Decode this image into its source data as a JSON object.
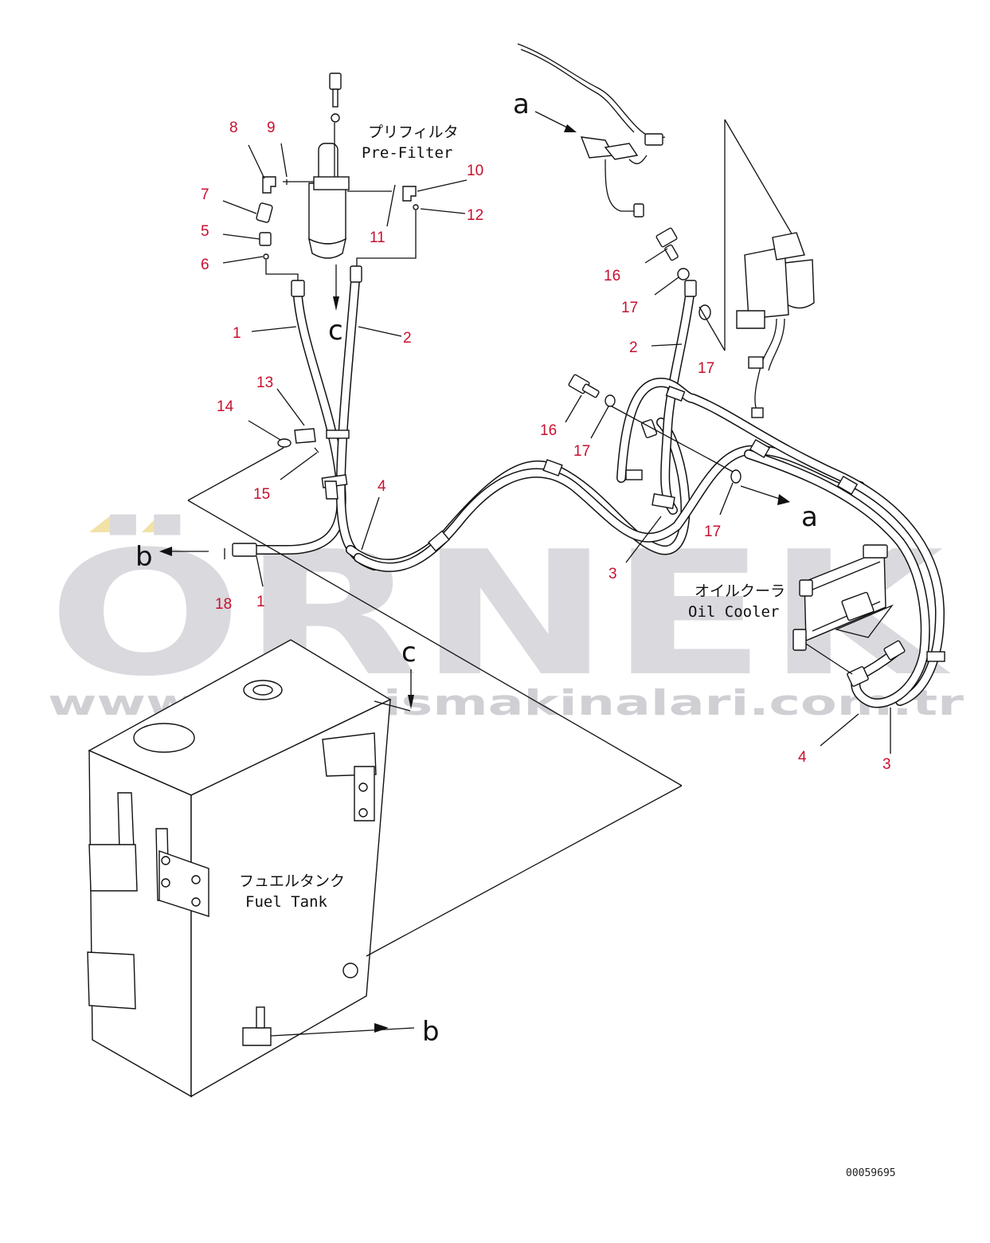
{
  "labels": {
    "prefilter_jp": "プリフィルタ",
    "prefilter_en": "Pre-Filter",
    "oilcooler_jp": "オイルクーラ",
    "oilcooler_en": "Oil Cooler",
    "fueltank_jp": "フュエルタンク",
    "fueltank_en": "Fuel Tank"
  },
  "refs": {
    "a": "a",
    "b": "b",
    "c": "c"
  },
  "diagram_code": "00059695",
  "watermark": {
    "brand": "ÖRNEK",
    "url": "www.ornekismakinalari.com.tr",
    "colors": {
      "text": "#d9d9de",
      "accent": "#f2e2a6"
    }
  },
  "callout_color": "#c8102e",
  "callouts": [
    "1",
    "2",
    "3",
    "4",
    "5",
    "6",
    "7",
    "8",
    "9",
    "10",
    "11",
    "12",
    "13",
    "14",
    "15",
    "16",
    "17",
    "18"
  ]
}
